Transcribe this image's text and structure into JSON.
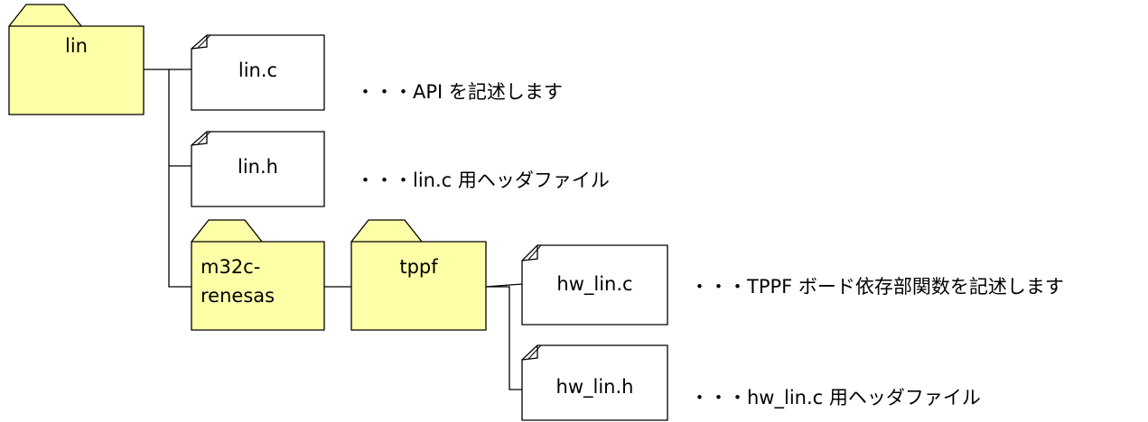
{
  "tree": {
    "root_folder": {
      "label": "lin",
      "icon": "folder-icon"
    },
    "root_files": [
      {
        "label": "lin.c",
        "icon": "file-icon",
        "note": "・・・API を記述します"
      },
      {
        "label": "lin.h",
        "icon": "file-icon",
        "note": "・・・lin.c 用ヘッダファイル"
      }
    ],
    "sub_folder": {
      "label_line1": "m32c-",
      "label_line2": "renesas",
      "icon": "folder-icon"
    },
    "sub_sub_folder": {
      "label": "tppf",
      "icon": "folder-icon"
    },
    "hw_files": [
      {
        "label": "hw_lin.c",
        "icon": "file-icon",
        "note": "・・・TPPF ボード依存部関数を記述します"
      },
      {
        "label": "hw_lin.h",
        "icon": "file-icon",
        "note": "・・・hw_lin.c 用ヘッダファイル"
      }
    ]
  },
  "colors": {
    "folder_fill": "#FFFFA8",
    "file_fill": "#FFFFFF",
    "stroke": "#000000"
  }
}
